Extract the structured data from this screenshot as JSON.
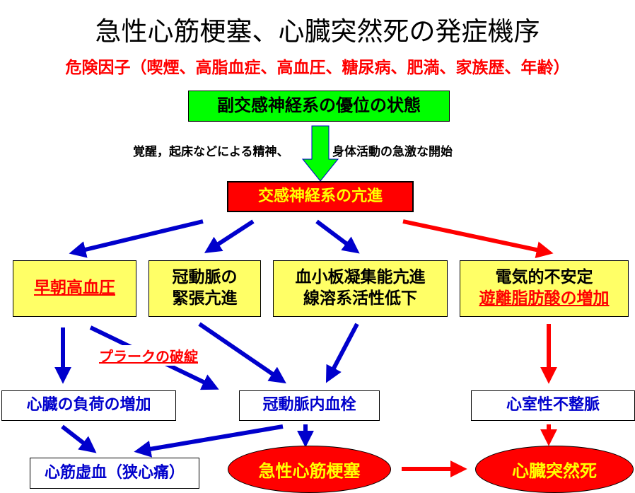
{
  "title": "急性心筋梗塞、心臓突然死の発症機序",
  "risk_factors": "危険因子（喫煙、高脂血症、高血圧、糖尿病、肥満、家族歴、年齢）",
  "nodes": {
    "parasympathetic": "副交感神経系の優位の状態",
    "trigger_left": "覚醒，起床などによる精神、",
    "trigger_right": "身体活動の急激な開始",
    "sympathetic": "交感神経系の亢進",
    "morning_bp": "早朝高血圧",
    "coronary_tension_1": "冠動脈の",
    "coronary_tension_2": "緊張亢進",
    "platelet_1": "血小板凝集能亢進",
    "platelet_2": "線溶系活性低下",
    "electrical_1": "電気的不安定",
    "electrical_2": "遊離脂肪酸の増加",
    "plaque": "プラークの破綻",
    "cardiac_load": "心臓の負荷の増加",
    "coronary_thrombus": "冠動脈内血栓",
    "ventricular_arrhythmia": "心室性不整脈",
    "ischemia": "心筋虚血（狭心痛）",
    "ami": "急性心筋梗塞",
    "sudden_death": "心臓突然死"
  },
  "colors": {
    "blue_arrow": "#0000cc",
    "red_arrow": "#ff0000",
    "green": "#00ff00",
    "yellow_box": "#ffff66"
  }
}
